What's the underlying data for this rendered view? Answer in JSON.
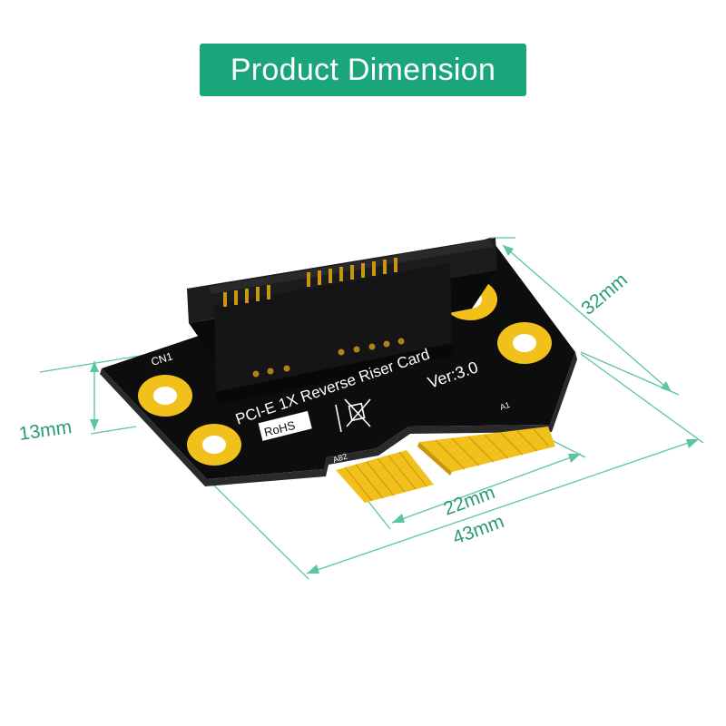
{
  "banner": {
    "title": "Product Dimension",
    "color": "#1aa57a"
  },
  "board": {
    "product_name": "PCI-E 1X Reverse Riser Card",
    "version": "Ver:3.0",
    "connector_label": "CN1",
    "rohs_label": "RoHS",
    "pin_label_left": "A82",
    "pin_label_right": "A1",
    "pcb_color": "#111111",
    "gold_color": "#f2c01a"
  },
  "dimensions": {
    "height_side": "13mm",
    "depth": "32mm",
    "finger_width": "22mm",
    "total_width": "43mm",
    "line_color": "#5cc4a3"
  }
}
